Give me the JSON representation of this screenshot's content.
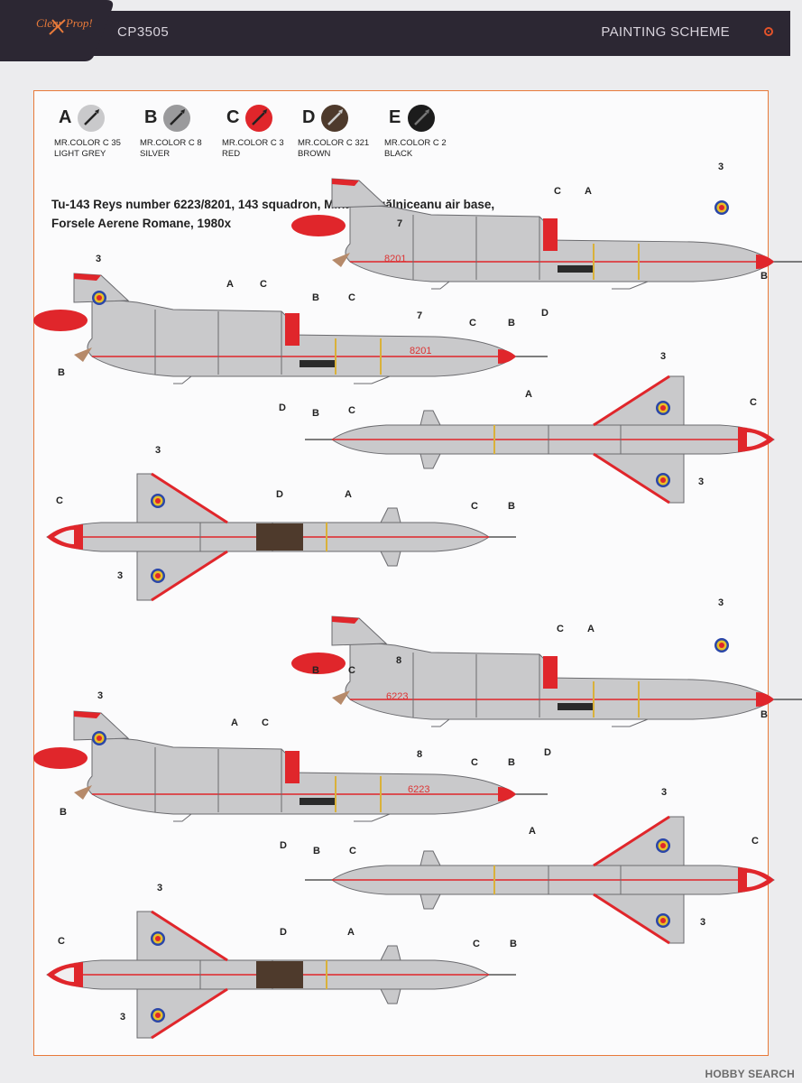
{
  "header": {
    "code": "CP3505",
    "title": "PAINTING SCHEME",
    "logo_text": "Clear Prop!"
  },
  "colors": {
    "light_grey": "#c9c9cb",
    "silver": "#9a9a9c",
    "red": "#e0262b",
    "brown": "#4e3a2c",
    "black": "#1c1c1c",
    "frame": "#e87a3a",
    "header_bg": "#2c2733"
  },
  "palette": [
    {
      "letter": "A",
      "code": "MR.COLOR C 35",
      "name": "LIGHT GREY",
      "color": "#c9c9cb"
    },
    {
      "letter": "B",
      "code": "MR.COLOR C 8",
      "name": "SILVER",
      "color": "#9a9a9c"
    },
    {
      "letter": "C",
      "code": "MR.COLOR C 3",
      "name": "RED",
      "color": "#e0262b"
    },
    {
      "letter": "D",
      "code": "MR.COLOR C 321",
      "name": "BROWN",
      "color": "#4e3a2c"
    },
    {
      "letter": "E",
      "code": "MR.COLOR C 2",
      "name": "BLACK",
      "color": "#1c1c1c"
    }
  ],
  "caption": {
    "line1": "Tu-143  Reys number 6223/8201, 143 squadron, Mihail Kogălniceanu air base,",
    "line2": "Forsele Aerene Romane, 1980x"
  },
  "callouts": {
    "A": "A",
    "B": "B",
    "C": "C",
    "D": "D",
    "n3": "3",
    "n7": "7",
    "n8": "8"
  },
  "serials": {
    "s1": "8201",
    "s2": "6223"
  },
  "watermark": "HOBBY SEARCH"
}
